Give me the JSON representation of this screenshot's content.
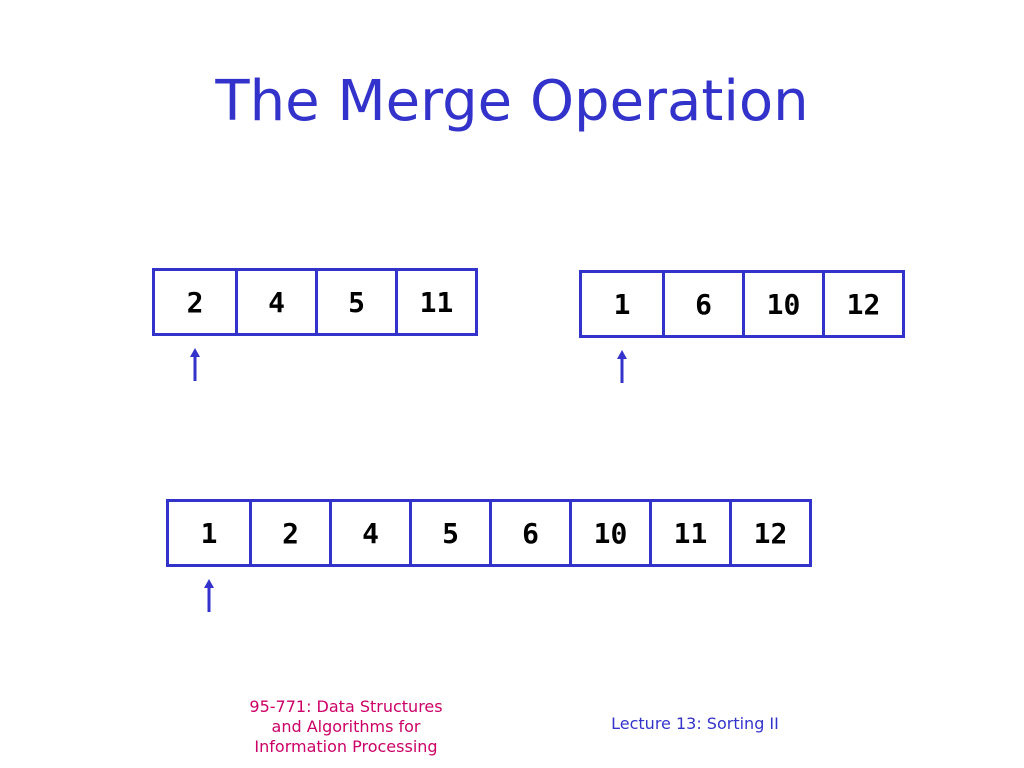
{
  "title": "The Merge Operation",
  "colors": {
    "accent": "#3333cc",
    "footer_course": "#cc0066",
    "text": "#000000"
  },
  "left_array": [
    "2",
    "4",
    "5",
    "11"
  ],
  "right_array": [
    "1",
    "6",
    "10",
    "12"
  ],
  "merged_array": [
    "1",
    "2",
    "4",
    "5",
    "6",
    "10",
    "11",
    "12"
  ],
  "pointers": {
    "left_index": 0,
    "right_index": 0,
    "merged_index": 0
  },
  "footer": {
    "course_lines": [
      "95-771: Data Structures",
      "and Algorithms for",
      "Information Processing"
    ],
    "lecture": "Lecture 13: Sorting II"
  }
}
